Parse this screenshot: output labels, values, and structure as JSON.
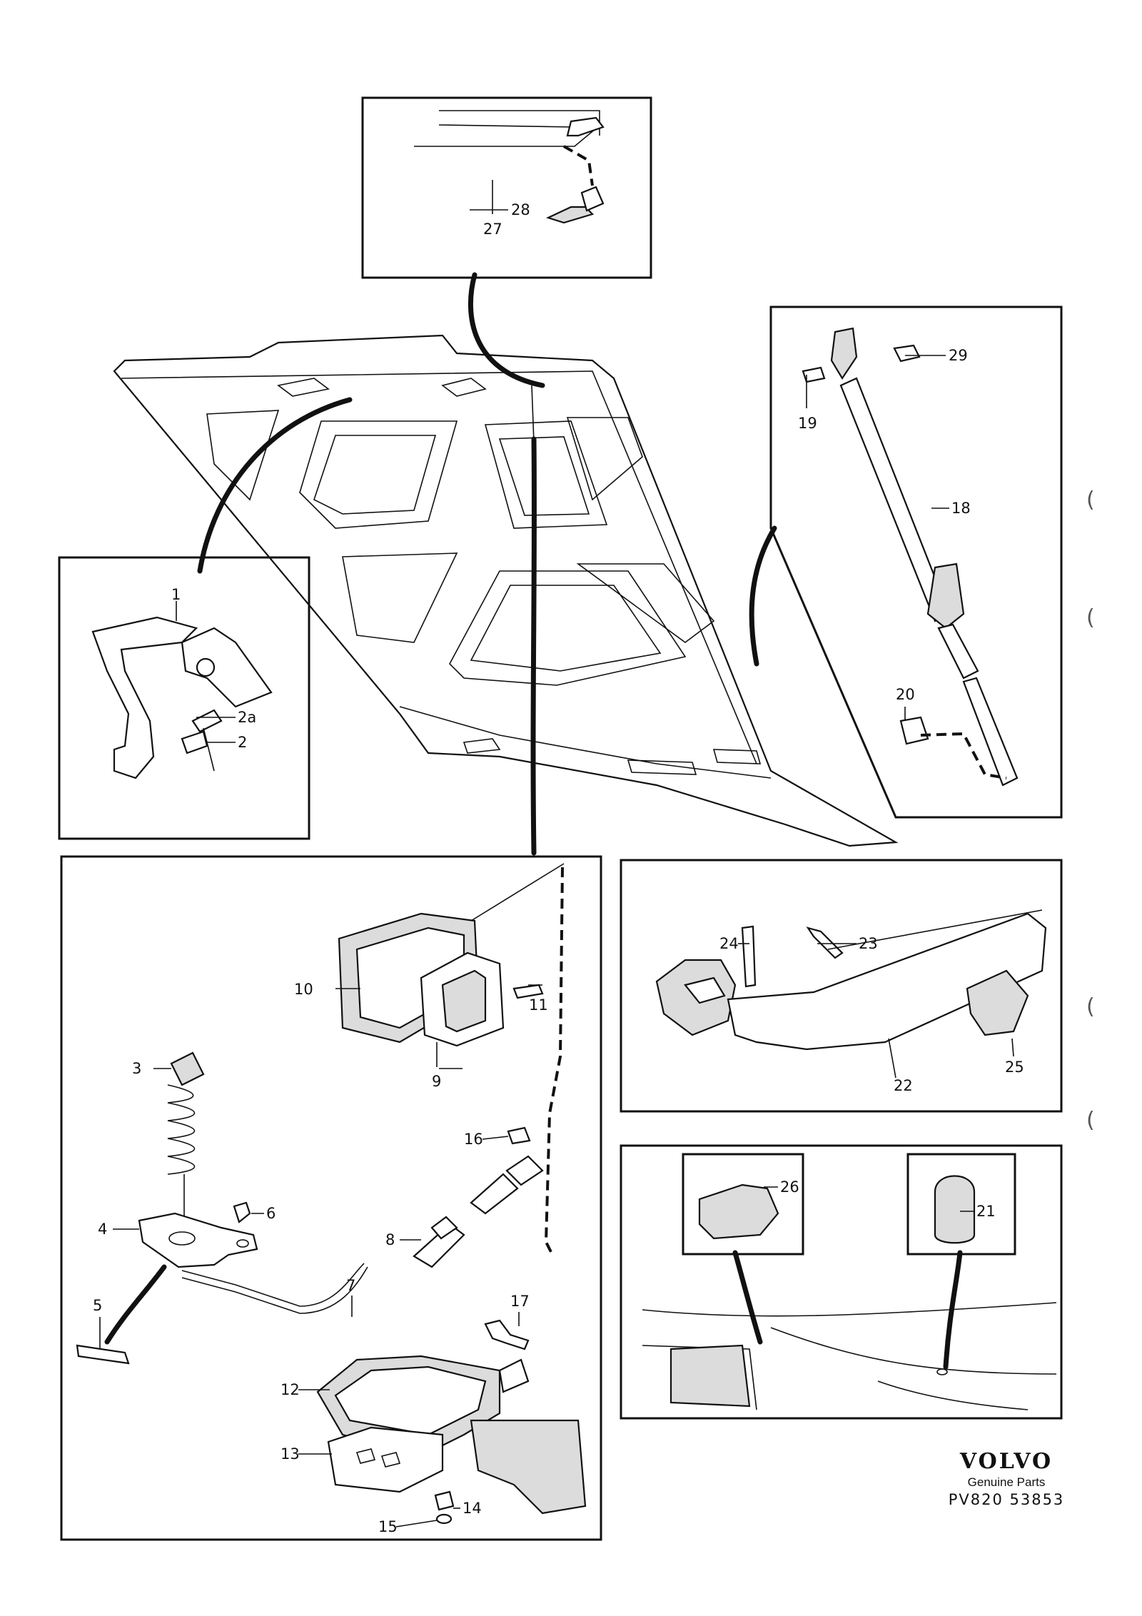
{
  "callouts": {
    "c1": "1",
    "c2": "2",
    "c2a": "2a",
    "c3": "3",
    "c4": "4",
    "c5": "5",
    "c6": "6",
    "c7": "7",
    "c8": "8",
    "c9": "9",
    "c10": "10",
    "c11": "11",
    "c12": "12",
    "c13": "13",
    "c14": "14",
    "c15": "15",
    "c16": "16",
    "c17": "17",
    "c18": "18",
    "c19": "19",
    "c20": "20",
    "c21": "21",
    "c22": "22",
    "c23": "23",
    "c24": "24",
    "c25": "25",
    "c26": "26",
    "c27": "27",
    "c28": "28",
    "c29": "29"
  },
  "footer": {
    "brand": "VOLVO",
    "subtitle": "Genuine Parts",
    "code": "PV820 53853"
  },
  "icons": {
    "edge_marks": [
      "parenthesis-mark",
      "parenthesis-mark",
      "parenthesis-mark",
      "parenthesis-mark"
    ]
  }
}
